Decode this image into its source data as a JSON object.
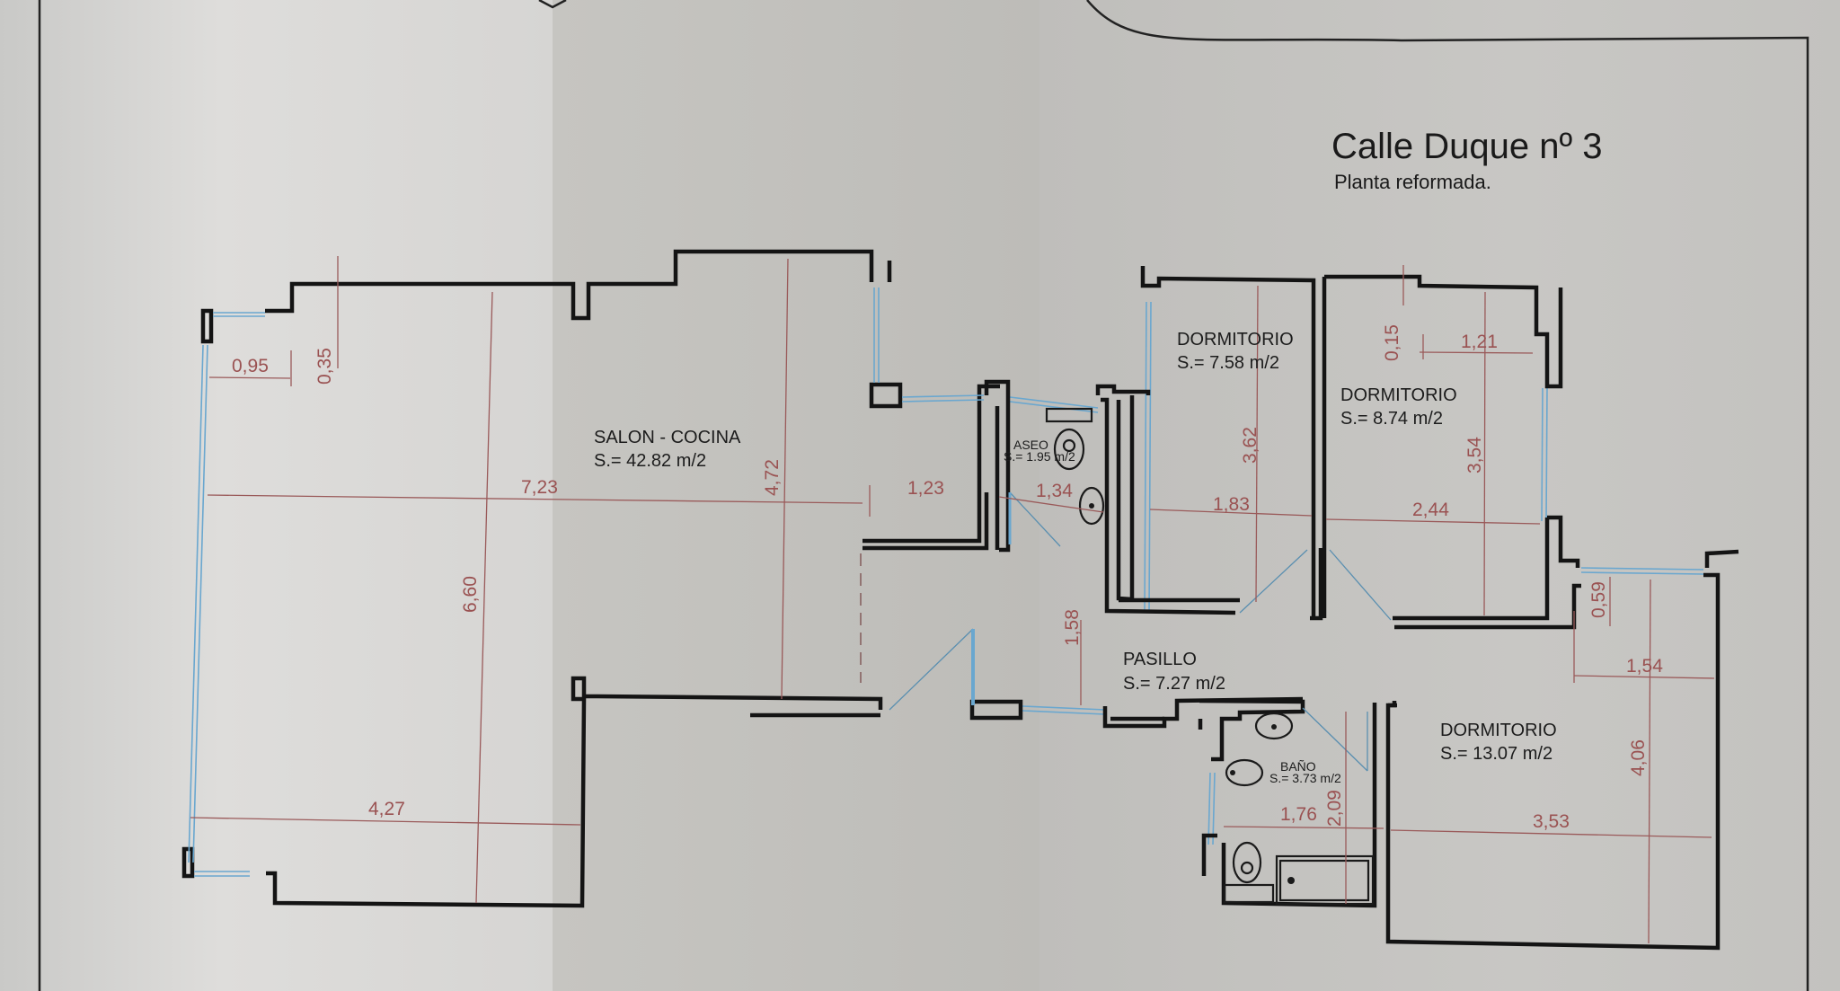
{
  "title": {
    "main": "Calle Duque nº 3",
    "subtitle": "Planta reformada."
  },
  "rooms": {
    "salon": {
      "name": "SALON - COCINA",
      "area": "S.= 42.82 m/2"
    },
    "aseo": {
      "name": "ASEO",
      "area": "S.= 1.95 m/2"
    },
    "dorm1": {
      "name": "DORMITORIO",
      "area": "S.= 7.58 m/2"
    },
    "dorm2": {
      "name": "DORMITORIO",
      "area": "S.= 8.74 m/2"
    },
    "pasillo": {
      "name": "PASILLO",
      "area": "S.= 7.27 m/2"
    },
    "bano": {
      "name": "BAÑO",
      "area": "S.= 3.73 m/2"
    },
    "dorm3": {
      "name": "DORMITORIO",
      "area": "S.= 13.07 m/2"
    }
  },
  "dimensions": {
    "d095": "0,95",
    "d035": "0,35",
    "d723": "7,23",
    "d660": "6,60",
    "d472": "4,72",
    "d123": "1,23",
    "d427": "4,27",
    "d134": "1,34",
    "d362": "3,62",
    "d183": "1,83",
    "d015": "0,15",
    "d121": "1,21",
    "d354": "3,54",
    "d244": "2,44",
    "d158": "1,58",
    "d059": "0,59",
    "d154": "1,54",
    "d406": "4,06",
    "d353": "3,53",
    "d176": "1,76",
    "d209": "2,09"
  },
  "colors": {
    "wall": "#141414",
    "window": "#6aa7cf",
    "dimension": "#9a5252"
  }
}
